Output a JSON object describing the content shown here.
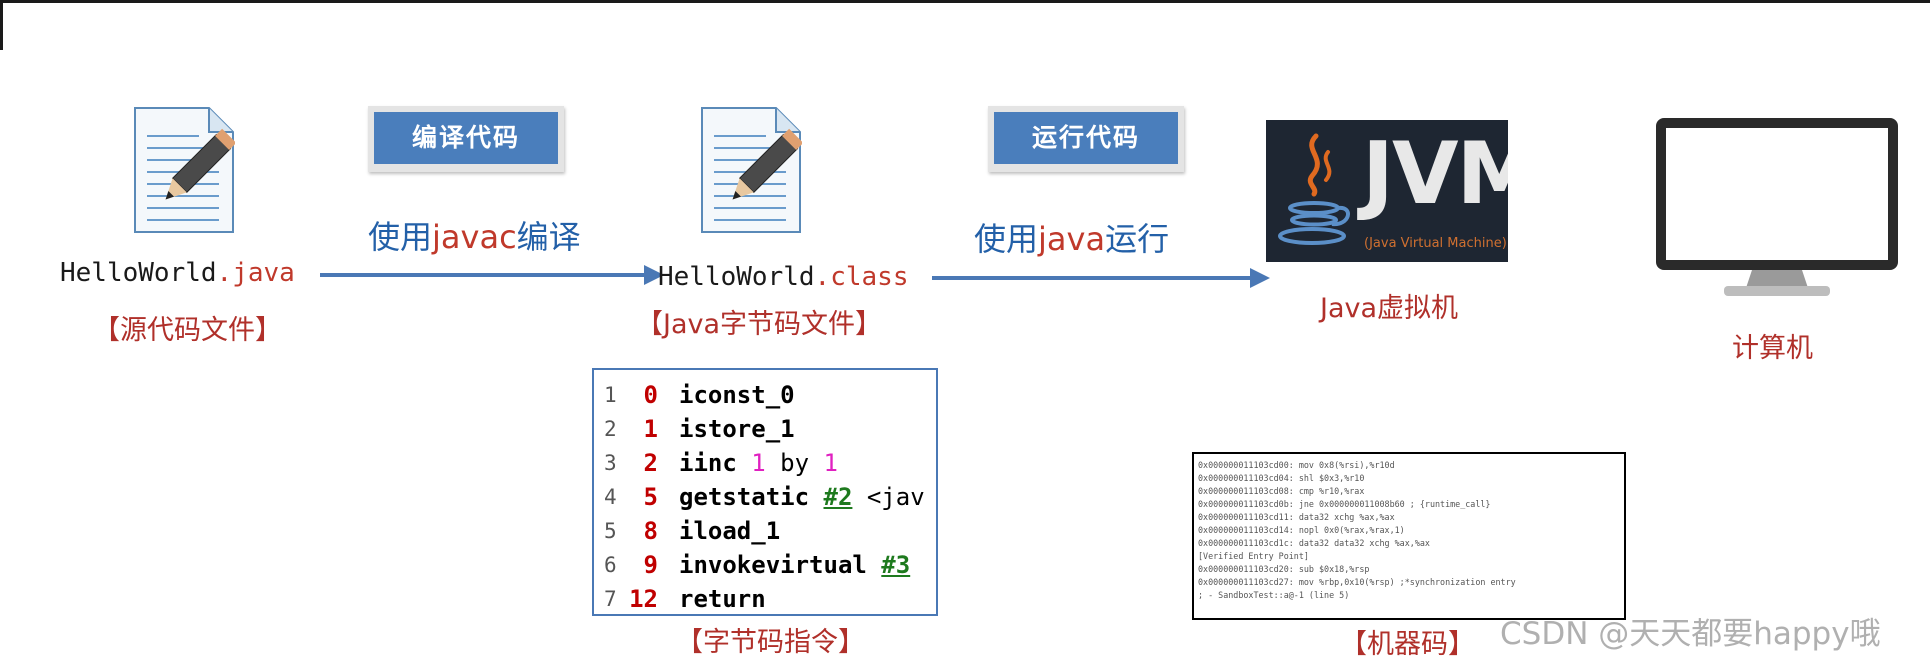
{
  "source_file": {
    "name_base": "HelloWorld",
    "name_ext": ".java",
    "label": "【源代码文件】"
  },
  "class_file": {
    "name_base": "HelloWorld",
    "name_ext": ".class",
    "label": "【Java字节码文件】"
  },
  "compile_step": {
    "button": "编译代码",
    "desc_before": "使用",
    "desc_cmd": "javac",
    "desc_after": "编译"
  },
  "run_step": {
    "button": "运行代码",
    "desc_before": "使用",
    "desc_cmd": "java",
    "desc_after": "运行"
  },
  "jvm": {
    "logo_text": "JVM",
    "logo_subtitle": "(Java Virtual Machine)",
    "label": "Java虚拟机"
  },
  "computer": {
    "label": "计算机"
  },
  "bytecode": {
    "label": "【字节码指令】",
    "lines": [
      {
        "line": "1",
        "offset": "0",
        "op": "iconst_0"
      },
      {
        "line": "2",
        "offset": "1",
        "op": "istore_1"
      },
      {
        "line": "3",
        "offset": "2",
        "op": "iinc",
        "arg1": "1",
        "by": "by",
        "arg2": "1"
      },
      {
        "line": "4",
        "offset": "5",
        "op": "getstatic",
        "ref": "#2",
        "rest": "<jav"
      },
      {
        "line": "5",
        "offset": "8",
        "op": "iload_1"
      },
      {
        "line": "6",
        "offset": "9",
        "op": "invokevirtual",
        "ref": "#3"
      },
      {
        "line": "7",
        "offset": "12",
        "op": "return"
      }
    ]
  },
  "machine_code": {
    "label": "【机器码】",
    "lines": [
      "0x000000011103cd00: mov 0x8(%rsi),%r10d",
      "0x000000011103cd04: shl $0x3,%r10",
      "0x000000011103cd08: cmp %r10,%rax",
      "0x000000011103cd0b: jne 0x000000011008b60  ;   {runtime_call}",
      "0x000000011103cd11: data32 xchg %ax,%ax",
      "0x000000011103cd14: nopl 0x0(%rax,%rax,1)",
      "0x000000011103cd1c: data32 data32 xchg %ax,%ax",
      "[Verified Entry Point]",
      "0x000000011103cd20: sub $0x18,%rsp",
      "0x000000011103cd27: mov %rbp,0x10(%rsp)  ;*synchronization entry",
      "                                          ; - SandboxTest::a@-1 (line 5)"
    ]
  },
  "watermark": "CSDN @天天都要happy哦",
  "colors": {
    "accent_blue": "#4a7ebc",
    "label_red": "#b0302a",
    "text_blue": "#2360a8"
  }
}
